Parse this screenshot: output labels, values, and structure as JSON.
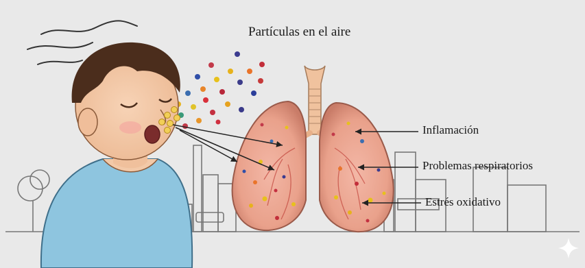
{
  "title": "Partículas en el aire",
  "labels": {
    "inflammation": "Inflamación",
    "respiratory": "Problemas respiratorios",
    "oxidative": "Estrés oxidativo"
  },
  "icons": [
    "sparkle-icon"
  ],
  "colors": {
    "background": "#e9e9e9",
    "shirt": "#8ec5df",
    "skin": "#f3c9a8",
    "hair": "#4b2d1c",
    "lung": "#e9a48e",
    "trachea": "#f0c29e",
    "arrow": "#222222"
  }
}
